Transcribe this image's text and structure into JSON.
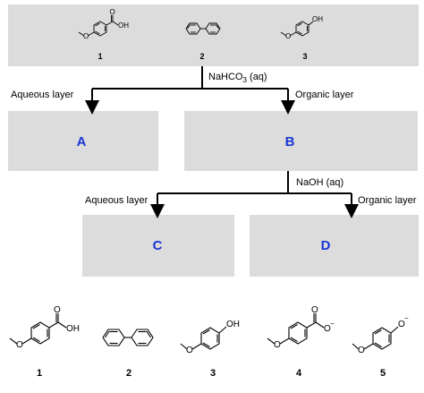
{
  "top_box": {
    "labels": [
      "1",
      "2",
      "3"
    ]
  },
  "reagents": {
    "step1": "NaHCO3 (aq)",
    "step1_main": "NaHCO",
    "step1_sub": "3",
    "step1_tail": " (aq)",
    "step2": "NaOH (aq)"
  },
  "layers": {
    "aq1": "Aqueous layer",
    "org1": "Organic layer",
    "aq2": "Aqueous layer",
    "org2": "Organic layer"
  },
  "boxes": {
    "A": "A",
    "B": "B",
    "C": "C",
    "D": "D"
  },
  "legend": {
    "labels": [
      "1",
      "2",
      "3",
      "4",
      "5"
    ]
  },
  "atoms": {
    "oh": "OH",
    "o": "O",
    "ominus": "O",
    "minus": "−"
  }
}
